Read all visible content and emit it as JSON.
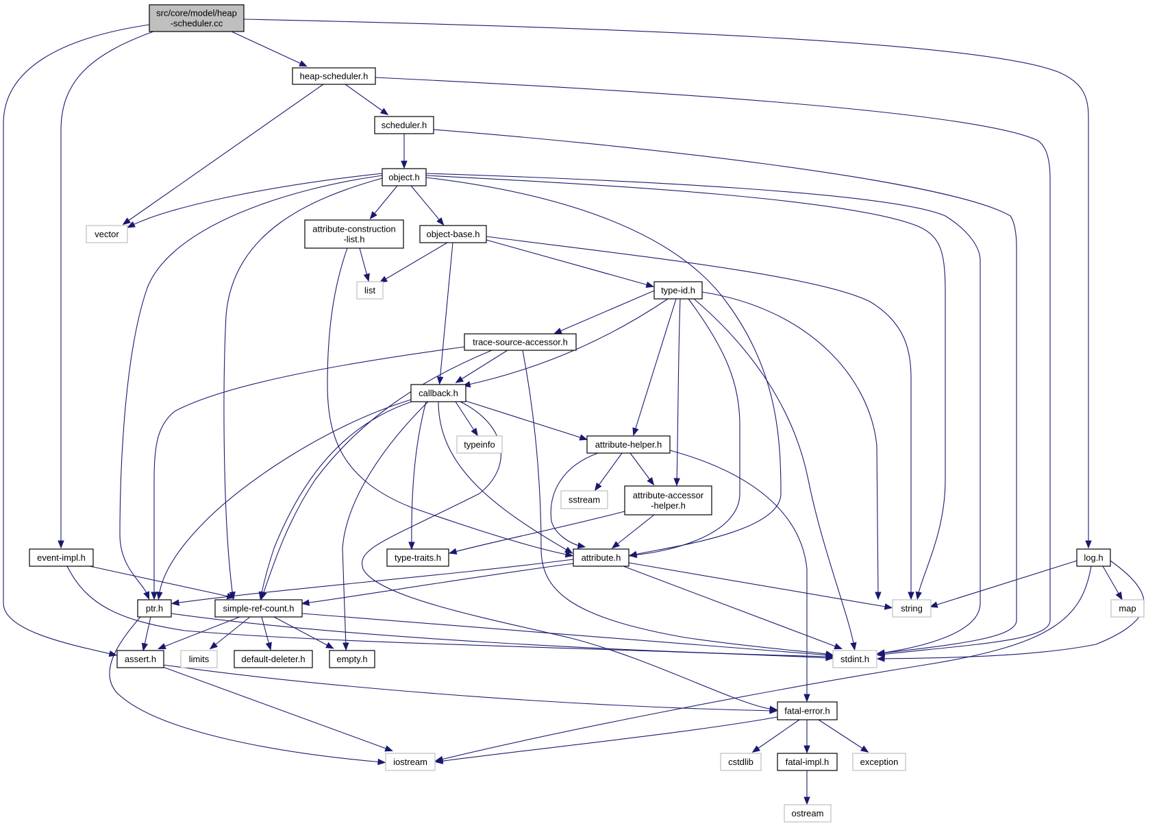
{
  "diagram": {
    "title": "Include dependency graph for heap-scheduler.cc",
    "colors": {
      "edge": "#191970",
      "root_fill": "#bfbfbf",
      "documented_border": "#000000",
      "external_border": "#bfbfbf"
    },
    "nodes": [
      {
        "id": "root",
        "label": [
          "src/core/model/heap",
          "-scheduler.cc"
        ],
        "kind": "root"
      },
      {
        "id": "heap_scheduler_h",
        "label": [
          "heap-scheduler.h"
        ],
        "kind": "documented"
      },
      {
        "id": "scheduler_h",
        "label": [
          "scheduler.h"
        ],
        "kind": "documented"
      },
      {
        "id": "object_h",
        "label": [
          "object.h"
        ],
        "kind": "documented"
      },
      {
        "id": "vector",
        "label": [
          "vector"
        ],
        "kind": "external"
      },
      {
        "id": "attribute_construction_list_h",
        "label": [
          "attribute-construction",
          "-list.h"
        ],
        "kind": "documented"
      },
      {
        "id": "object_base_h",
        "label": [
          "object-base.h"
        ],
        "kind": "documented"
      },
      {
        "id": "list",
        "label": [
          "list"
        ],
        "kind": "external"
      },
      {
        "id": "type_id_h",
        "label": [
          "type-id.h"
        ],
        "kind": "documented"
      },
      {
        "id": "trace_source_accessor_h",
        "label": [
          "trace-source-accessor.h"
        ],
        "kind": "documented"
      },
      {
        "id": "callback_h",
        "label": [
          "callback.h"
        ],
        "kind": "documented"
      },
      {
        "id": "typeinfo",
        "label": [
          "typeinfo"
        ],
        "kind": "external"
      },
      {
        "id": "attribute_helper_h",
        "label": [
          "attribute-helper.h"
        ],
        "kind": "documented"
      },
      {
        "id": "sstream",
        "label": [
          "sstream"
        ],
        "kind": "external"
      },
      {
        "id": "attribute_accessor_helper_h",
        "label": [
          "attribute-accessor",
          "-helper.h"
        ],
        "kind": "documented"
      },
      {
        "id": "event_impl_h",
        "label": [
          "event-impl.h"
        ],
        "kind": "documented"
      },
      {
        "id": "type_traits_h",
        "label": [
          "type-traits.h"
        ],
        "kind": "documented"
      },
      {
        "id": "attribute_h",
        "label": [
          "attribute.h"
        ],
        "kind": "documented"
      },
      {
        "id": "log_h",
        "label": [
          "log.h"
        ],
        "kind": "documented"
      },
      {
        "id": "ptr_h",
        "label": [
          "ptr.h"
        ],
        "kind": "documented"
      },
      {
        "id": "simple_ref_count_h",
        "label": [
          "simple-ref-count.h"
        ],
        "kind": "documented"
      },
      {
        "id": "string",
        "label": [
          "string"
        ],
        "kind": "external"
      },
      {
        "id": "map",
        "label": [
          "map"
        ],
        "kind": "external"
      },
      {
        "id": "assert_h",
        "label": [
          "assert.h"
        ],
        "kind": "documented"
      },
      {
        "id": "limits",
        "label": [
          "limits"
        ],
        "kind": "external"
      },
      {
        "id": "default_deleter_h",
        "label": [
          "default-deleter.h"
        ],
        "kind": "documented"
      },
      {
        "id": "empty_h",
        "label": [
          "empty.h"
        ],
        "kind": "documented"
      },
      {
        "id": "stdint_h",
        "label": [
          "stdint.h"
        ],
        "kind": "external"
      },
      {
        "id": "fatal_error_h",
        "label": [
          "fatal-error.h"
        ],
        "kind": "documented"
      },
      {
        "id": "cstdlib",
        "label": [
          "cstdlib"
        ],
        "kind": "external"
      },
      {
        "id": "fatal_impl_h",
        "label": [
          "fatal-impl.h"
        ],
        "kind": "documented"
      },
      {
        "id": "exception",
        "label": [
          "exception"
        ],
        "kind": "external"
      },
      {
        "id": "iostream",
        "label": [
          "iostream"
        ],
        "kind": "external"
      },
      {
        "id": "ostream",
        "label": [
          "ostream"
        ],
        "kind": "external"
      }
    ],
    "edges": [
      {
        "from": "root",
        "to": "heap_scheduler_h"
      },
      {
        "from": "root",
        "to": "event_impl_h"
      },
      {
        "from": "root",
        "to": "assert_h"
      },
      {
        "from": "root",
        "to": "log_h"
      },
      {
        "from": "heap_scheduler_h",
        "to": "scheduler_h"
      },
      {
        "from": "heap_scheduler_h",
        "to": "vector"
      },
      {
        "from": "heap_scheduler_h",
        "to": "stdint_h"
      },
      {
        "from": "scheduler_h",
        "to": "object_h"
      },
      {
        "from": "scheduler_h",
        "to": "stdint_h"
      },
      {
        "from": "object_h",
        "to": "vector"
      },
      {
        "from": "object_h",
        "to": "attribute_construction_list_h"
      },
      {
        "from": "object_h",
        "to": "object_base_h"
      },
      {
        "from": "object_h",
        "to": "ptr_h"
      },
      {
        "from": "object_h",
        "to": "simple_ref_count_h"
      },
      {
        "from": "object_h",
        "to": "attribute_h"
      },
      {
        "from": "object_h",
        "to": "string"
      },
      {
        "from": "object_h",
        "to": "stdint_h"
      },
      {
        "from": "attribute_construction_list_h",
        "to": "list"
      },
      {
        "from": "attribute_construction_list_h",
        "to": "attribute_h"
      },
      {
        "from": "object_base_h",
        "to": "list"
      },
      {
        "from": "object_base_h",
        "to": "type_id_h"
      },
      {
        "from": "object_base_h",
        "to": "callback_h"
      },
      {
        "from": "object_base_h",
        "to": "string"
      },
      {
        "from": "type_id_h",
        "to": "trace_source_accessor_h"
      },
      {
        "from": "type_id_h",
        "to": "callback_h"
      },
      {
        "from": "type_id_h",
        "to": "attribute_helper_h"
      },
      {
        "from": "type_id_h",
        "to": "attribute_accessor_helper_h"
      },
      {
        "from": "type_id_h",
        "to": "attribute_h"
      },
      {
        "from": "type_id_h",
        "to": "string"
      },
      {
        "from": "type_id_h",
        "to": "stdint_h"
      },
      {
        "from": "trace_source_accessor_h",
        "to": "callback_h"
      },
      {
        "from": "trace_source_accessor_h",
        "to": "ptr_h"
      },
      {
        "from": "trace_source_accessor_h",
        "to": "simple_ref_count_h"
      },
      {
        "from": "trace_source_accessor_h",
        "to": "stdint_h"
      },
      {
        "from": "callback_h",
        "to": "typeinfo"
      },
      {
        "from": "callback_h",
        "to": "attribute_helper_h"
      },
      {
        "from": "callback_h",
        "to": "ptr_h"
      },
      {
        "from": "callback_h",
        "to": "simple_ref_count_h"
      },
      {
        "from": "callback_h",
        "to": "type_traits_h"
      },
      {
        "from": "callback_h",
        "to": "attribute_h"
      },
      {
        "from": "callback_h",
        "to": "empty_h"
      },
      {
        "from": "callback_h",
        "to": "fatal_error_h"
      },
      {
        "from": "attribute_helper_h",
        "to": "sstream"
      },
      {
        "from": "attribute_helper_h",
        "to": "attribute_accessor_helper_h"
      },
      {
        "from": "attribute_helper_h",
        "to": "attribute_h"
      },
      {
        "from": "attribute_helper_h",
        "to": "fatal_error_h"
      },
      {
        "from": "attribute_accessor_helper_h",
        "to": "attribute_h"
      },
      {
        "from": "attribute_accessor_helper_h",
        "to": "type_traits_h"
      },
      {
        "from": "event_impl_h",
        "to": "simple_ref_count_h"
      },
      {
        "from": "event_impl_h",
        "to": "stdint_h"
      },
      {
        "from": "attribute_h",
        "to": "ptr_h"
      },
      {
        "from": "attribute_h",
        "to": "simple_ref_count_h"
      },
      {
        "from": "attribute_h",
        "to": "string"
      },
      {
        "from": "attribute_h",
        "to": "stdint_h"
      },
      {
        "from": "log_h",
        "to": "string"
      },
      {
        "from": "log_h",
        "to": "map"
      },
      {
        "from": "log_h",
        "to": "stdint_h"
      },
      {
        "from": "log_h",
        "to": "iostream"
      },
      {
        "from": "ptr_h",
        "to": "assert_h"
      },
      {
        "from": "ptr_h",
        "to": "iostream"
      },
      {
        "from": "ptr_h",
        "to": "stdint_h"
      },
      {
        "from": "simple_ref_count_h",
        "to": "assert_h"
      },
      {
        "from": "simple_ref_count_h",
        "to": "limits"
      },
      {
        "from": "simple_ref_count_h",
        "to": "default_deleter_h"
      },
      {
        "from": "simple_ref_count_h",
        "to": "empty_h"
      },
      {
        "from": "simple_ref_count_h",
        "to": "stdint_h"
      },
      {
        "from": "assert_h",
        "to": "iostream"
      },
      {
        "from": "assert_h",
        "to": "fatal_error_h"
      },
      {
        "from": "fatal_error_h",
        "to": "cstdlib"
      },
      {
        "from": "fatal_error_h",
        "to": "fatal_impl_h"
      },
      {
        "from": "fatal_error_h",
        "to": "exception"
      },
      {
        "from": "fatal_error_h",
        "to": "iostream"
      },
      {
        "from": "fatal_impl_h",
        "to": "ostream"
      }
    ]
  }
}
